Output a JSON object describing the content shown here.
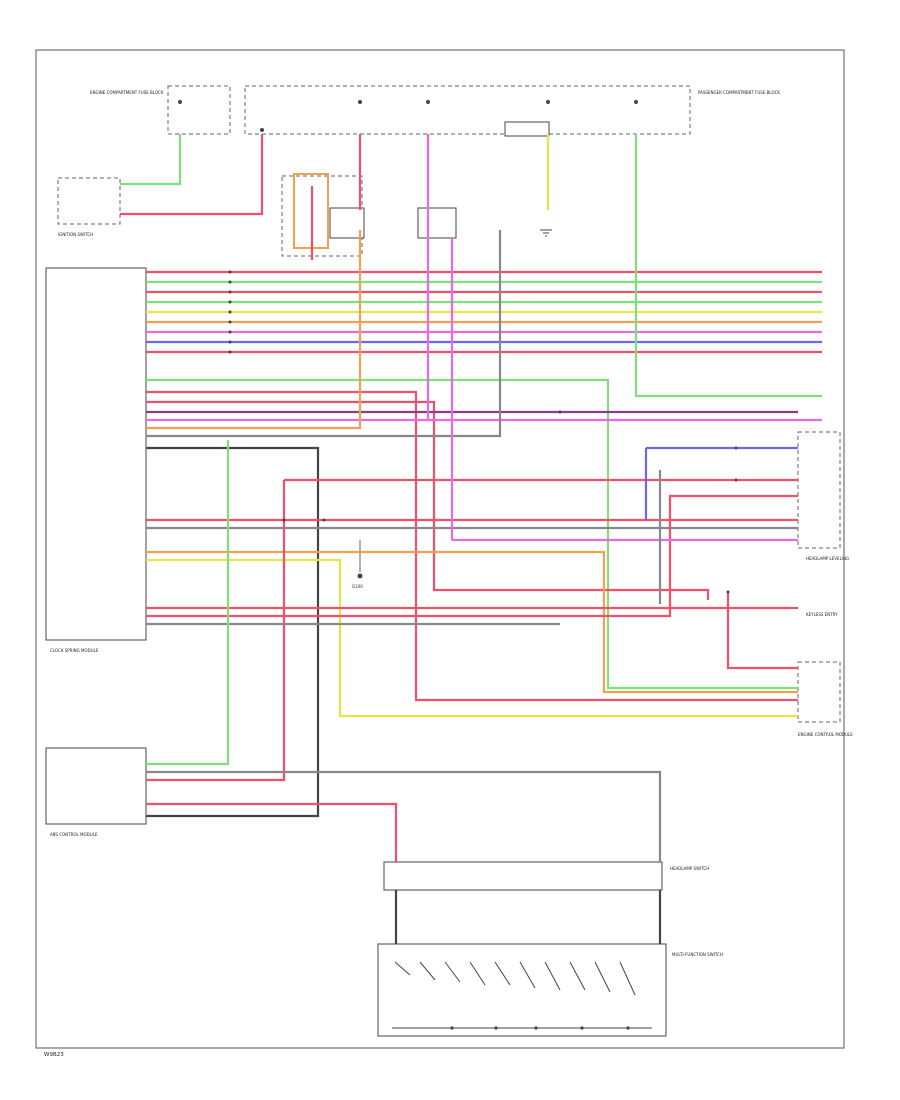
{
  "footer": {
    "id": "W9B23"
  },
  "components": {
    "junction_block_left": {
      "label": "ENGINE COMPARTMENT FUSE BLOCK"
    },
    "fusible_top_right": {
      "label": "PASSENGER COMPARTMENT FUSE BLOCK"
    },
    "ignition_switch": {
      "label": "IGNITION SWITCH"
    },
    "body_control_module": {
      "label": "CLOCK SPRING MODULE"
    },
    "abs_control": {
      "label": "ABS CONTROL MODULE"
    },
    "ecm": {
      "label": "ENGINE CONTROL MODULE"
    },
    "headlamp_control": {
      "label": "HEADLAMP LEVELING"
    },
    "headlamp_sw": {
      "label": "HEADLAMP SWITCH"
    },
    "keyless": {
      "label": "KEYLESS ENTRY"
    },
    "switch_panel": {
      "label": "MULTI-FUNCTION SWITCH"
    },
    "ground": {
      "label": "G100"
    }
  },
  "wire_colors": {
    "red": "#f0506a",
    "green": "#7ee07a",
    "blue": "#6a6ae8",
    "yellow": "#e6e64a",
    "magenta": "#e66ae6",
    "orange": "#f0a050",
    "purple": "#8a3c8a",
    "gray": "#888888",
    "black": "#333333"
  }
}
